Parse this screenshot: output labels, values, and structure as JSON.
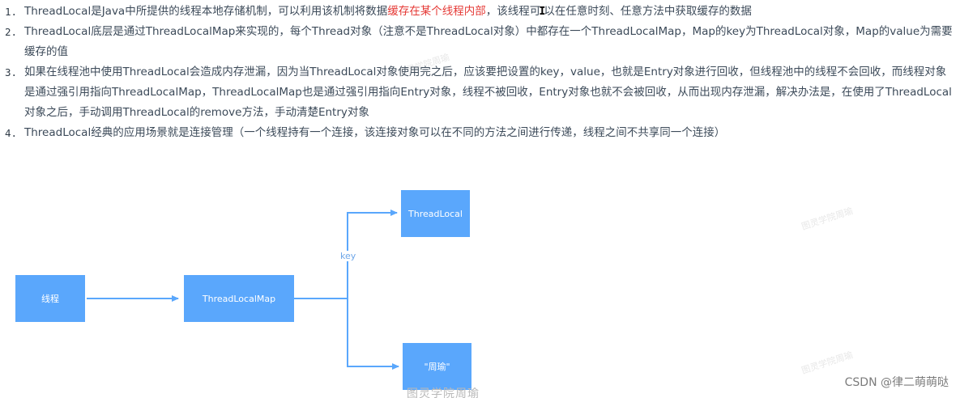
{
  "list": [
    {
      "num": "1.",
      "pre": "ThreadLocal是Java中所提供的线程本地存储机制，可以利用该机制将数据",
      "highlight": "缓存在某个线程内部",
      "post_a": "，该线程可",
      "post_b": "以在任意时刻、任意方法中获取缓存的数据"
    },
    {
      "num": "2.",
      "text": "ThreadLocal底层是通过ThreadLocalMap来实现的，每个Thread对象（注意不是ThreadLocal对象）中都存在一个ThreadLocalMap，Map的key为ThreadLocal对象，Map的value为需要缓存的值"
    },
    {
      "num": "3.",
      "text": "如果在线程池中使用ThreadLocal会造成内存泄漏，因为当ThreadLocal对象使用完之后，应该要把设置的key，value，也就是Entry对象进行回收，但线程池中的线程不会回收，而线程对象是通过强引用指向ThreadLocalMap，ThreadLocalMap也是通过强引用指向Entry对象，线程不被回收，Entry对象也就不会被回收，从而出现内存泄漏，解决办法是，在使用了ThreadLocal对象之后，手动调用ThreadLocal的remove方法，手动清楚Entry对象"
    },
    {
      "num": "4.",
      "text": "ThreadLocal经典的应用场景就是连接管理（一个线程持有一个连接，该连接对象可以在不同的方法之间进行传递，线程之间不共享同一个连接）"
    }
  ],
  "cursor_glyph": "I",
  "diagram": {
    "thread_box": "线程",
    "map_box": "ThreadLocalMap",
    "threadlocal_box": "ThreadLocal",
    "value_box": "\"周瑜\"",
    "key_label": "key",
    "arrow_color": "#5aa7fc",
    "box_color": "#5aa7fc"
  },
  "watermark_text": "图灵学院周瑜",
  "csdn_credit": "CSDN @律二萌萌哒"
}
